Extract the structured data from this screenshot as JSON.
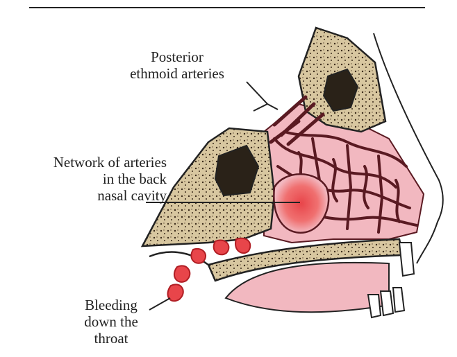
{
  "labels": {
    "posterior_ethmoid": [
      "Posterior",
      "ethmoid arteries"
    ],
    "network": [
      "Network of arteries",
      "in the back",
      "nasal cavity"
    ],
    "bleeding": [
      "Bleeding",
      "down the",
      "throat"
    ]
  },
  "colors": {
    "bone": "#d8c7a0",
    "bone_speckle": "#3a2a1a",
    "artery": "#5a1a22",
    "tissue_pink": "#f2b8c0",
    "bleed_red": "#e8454a",
    "outline": "#222222"
  }
}
